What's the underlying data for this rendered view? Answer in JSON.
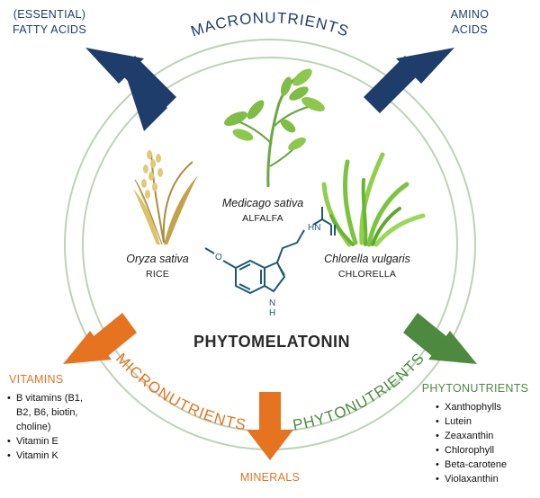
{
  "colors": {
    "macronutrients": "#1f3d6b",
    "micronutrients": "#e5731f",
    "phytonutrients": "#4d8a3f",
    "circle": "#bcd3b4"
  },
  "center": {
    "title": "PHYTOMELATONIN",
    "molecule_atoms": {
      "nh_top": "HN",
      "nh_ring": "N",
      "h_ring": "H",
      "o": "O"
    }
  },
  "plants": [
    {
      "species": "Medicago sativa",
      "common": "ALFALFA"
    },
    {
      "species": "Oryza sativa",
      "common": "RICE"
    },
    {
      "species": "Chlorella vulgaris",
      "common": "CHLORELLA"
    }
  ],
  "arc_labels": {
    "macro": "MACRONUTRIENTS",
    "micro": "MICRONUTRIENTS",
    "phyto": "PHYTONUTRIENTS"
  },
  "outputs": {
    "fatty_acids": {
      "line1": "(ESSENTIAL)",
      "line2": "FATTY ACIDS"
    },
    "amino_acids": {
      "line1": "AMINO",
      "line2": "ACIDS"
    },
    "vitamins": {
      "title": "VITAMINS",
      "items": [
        {
          "lines": [
            "B vitamins (B1,",
            "B2, B6, biotin,",
            "choline)"
          ]
        },
        {
          "lines": [
            "Vitamin E"
          ]
        },
        {
          "lines": [
            "Vitamin K"
          ]
        }
      ]
    },
    "minerals": {
      "title": "MINERALS"
    },
    "phytonutrients": {
      "title": "PHYTONUTRIENTS",
      "items": [
        "Xanthophylls",
        "Lutein",
        "Zeaxanthin",
        "Chlorophyll",
        "Beta-carotene",
        "Violaxanthin"
      ]
    }
  }
}
